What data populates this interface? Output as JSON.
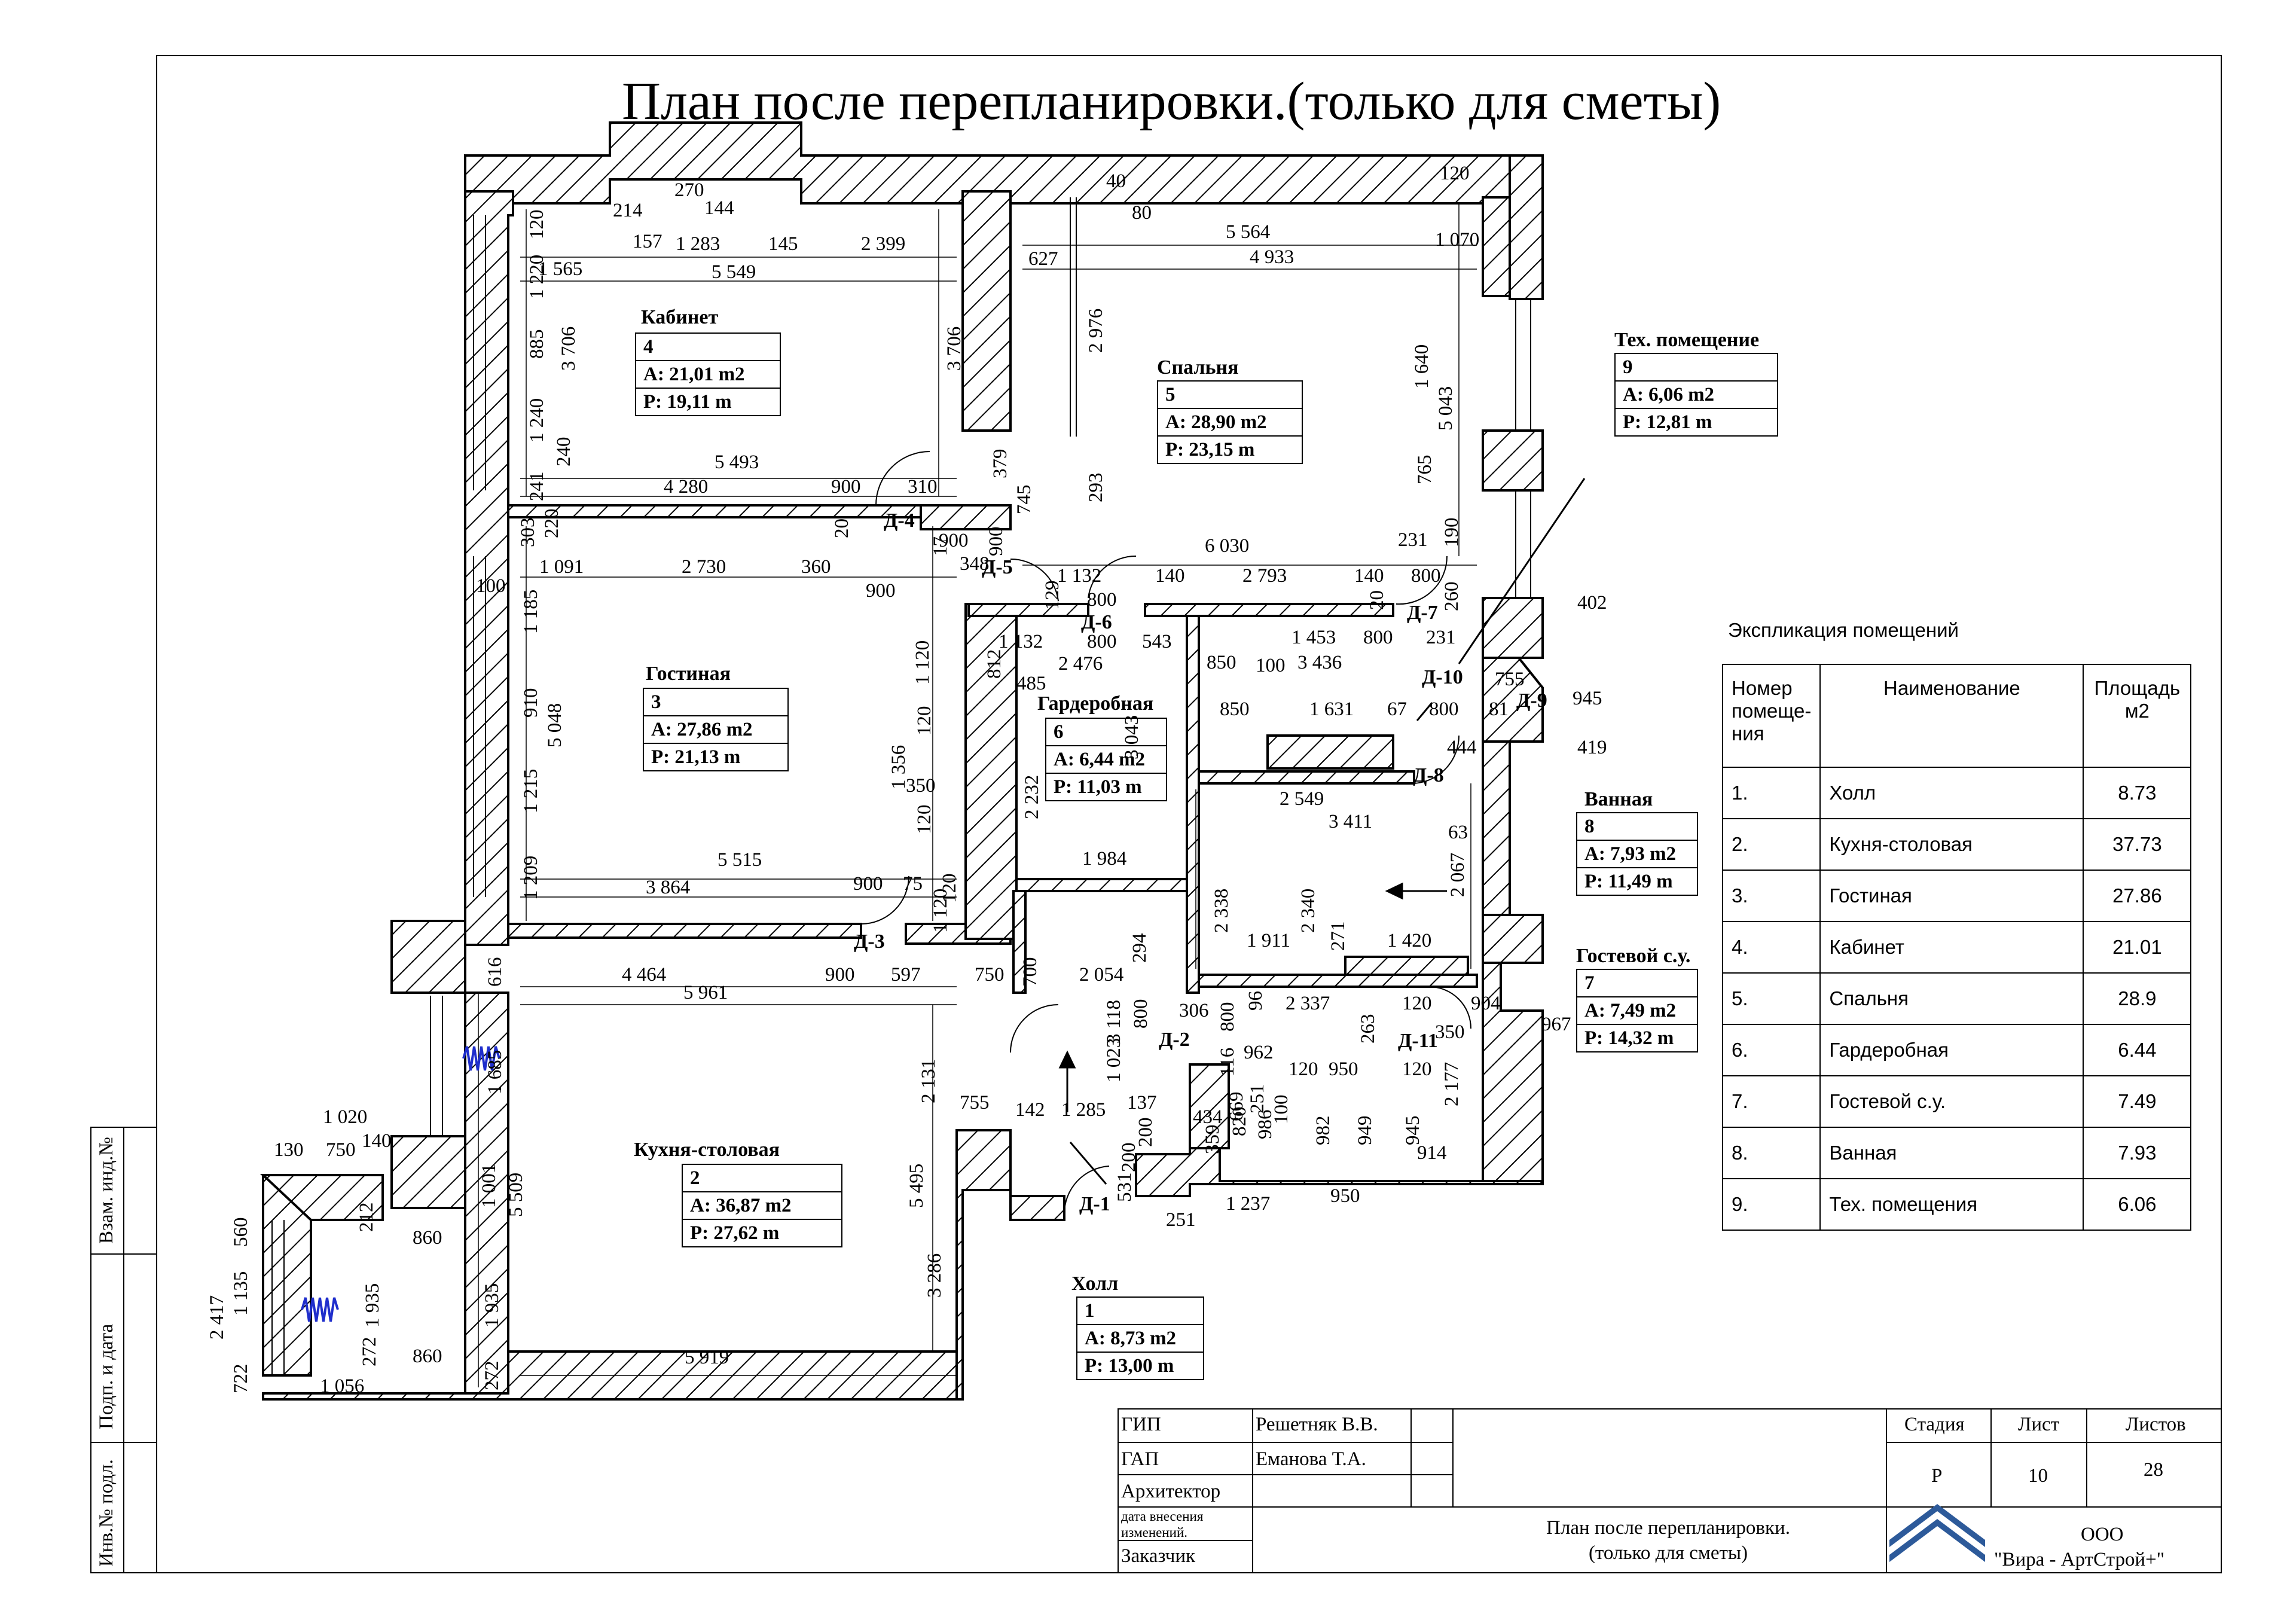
{
  "title": "План после перепланировки.(только для сметы)",
  "rooms": [
    {
      "name": "Кабинет",
      "num": "4",
      "area": "A: 21,01 m2",
      "perim": "P: 19,11 m"
    },
    {
      "name": "Спальня",
      "num": "5",
      "area": "A: 28,90 m2",
      "perim": "P: 23,15 m"
    },
    {
      "name": "Гостиная",
      "num": "3",
      "area": "A: 27,86 m2",
      "perim": "P: 21,13 m"
    },
    {
      "name": "Гардеробная",
      "num": "6",
      "area": "A: 6,44 m2",
      "perim": "P: 11,03 m"
    },
    {
      "name": "Тех. помещение",
      "num": "9",
      "area": "A: 6,06 m2",
      "perim": "P: 12,81 m"
    },
    {
      "name": "Ванная",
      "num": "8",
      "area": "A: 7,93 m2",
      "perim": "P: 11,49 m"
    },
    {
      "name": "Гостевой с.у.",
      "num": "7",
      "area": "A: 7,49 m2",
      "perim": "P: 14,32 m"
    },
    {
      "name": "Кухня-столовая",
      "num": "2",
      "area": "A: 36,87 m2",
      "perim": "P: 27,62 m"
    },
    {
      "name": "Холл",
      "num": "1",
      "area": "A: 8,73 m2",
      "perim": "P: 13,00 m"
    }
  ],
  "doors": [
    "Д-1",
    "Д-2",
    "Д-3",
    "Д-4",
    "Д-5",
    "Д-6",
    "Д-7",
    "Д-8",
    "Д-9",
    "Д-10",
    "Д-11"
  ],
  "dims_h": [
    "157",
    "1 283",
    "145",
    "2 399",
    "1 565",
    "5 549",
    "5 564",
    "627",
    "4 933",
    "5 493",
    "4 280",
    "900",
    "310",
    "1 091",
    "2 730",
    "360",
    "900",
    "6 030",
    "1 132",
    "140",
    "2 793",
    "140",
    "800",
    "231",
    "800",
    "800",
    "543",
    "1 132",
    "2 476",
    "485",
    "1 453",
    "800",
    "231",
    "3 436",
    "850",
    "100",
    "850",
    "1 631",
    "67",
    "800",
    "81",
    "755",
    "2 549",
    "3 411",
    "5 515",
    "3 864",
    "900",
    "75",
    "1 984",
    "4 464",
    "900",
    "597",
    "750",
    "2 054",
    "5 961",
    "1 911",
    "1 420",
    "2 337",
    "120",
    "904",
    "306",
    "962",
    "120",
    "950",
    "120",
    "350",
    "755",
    "142",
    "1 285",
    "137",
    "434",
    "1 237",
    "950",
    "251",
    "1 020",
    "130",
    "750",
    "140",
    "860",
    "860",
    "1 056",
    "5 919",
    "348",
    "214",
    "270",
    "144",
    "40",
    "80",
    "120",
    "1 070",
    "914",
    "63",
    "444",
    "900",
    "402",
    "945",
    "419",
    "967"
  ],
  "dims_v": [
    "120",
    "1 220",
    "885",
    "3 706",
    "1 240",
    "240",
    "241",
    "220",
    "303",
    "100",
    "1 185",
    "910",
    "5 048",
    "1 215",
    "1 209",
    "3 706",
    "2 976",
    "293",
    "745",
    "900",
    "379",
    "1 640",
    "5 043",
    "765",
    "190",
    "260",
    "1 120",
    "812",
    "120",
    "1 356",
    "350",
    "120",
    "2 232",
    "3 043",
    "1 120",
    "17",
    "120",
    "700",
    "2 338",
    "2 340",
    "271",
    "2 067",
    "294",
    "3 118",
    "800",
    "1 023",
    "2 131",
    "5 495",
    "3 286",
    "1 685",
    "1 001",
    "5 509",
    "1 935",
    "1 935",
    "212",
    "272",
    "272",
    "560",
    "1 135",
    "2 417",
    "722",
    "116",
    "800",
    "96",
    "251",
    "820",
    "986",
    "359",
    "669",
    "100",
    "982",
    "949",
    "945",
    "2 177",
    "263",
    "616",
    "129",
    "20",
    "200",
    "531",
    "200",
    "20"
  ],
  "explication": {
    "title": "Экспликация  помещений",
    "headers": [
      "Номер помеще-ния",
      "Наименование",
      "Площадь м2"
    ],
    "rows": [
      [
        "1.",
        "Холл",
        "8.73"
      ],
      [
        "2.",
        "Кухня-столовая",
        "37.73"
      ],
      [
        "3.",
        "Гостиная",
        "27.86"
      ],
      [
        "4.",
        "Кабинет",
        "21.01"
      ],
      [
        "5.",
        "Спальня",
        "28.9"
      ],
      [
        "6.",
        "Гардеробная",
        "6.44"
      ],
      [
        "7.",
        "Гостевой с.у.",
        "7.49"
      ],
      [
        "8.",
        "Ванная",
        "7.93"
      ],
      [
        "9.",
        "Тех. помещения",
        "6.06"
      ]
    ]
  },
  "stamp": {
    "gip": "ГИП",
    "gip_name": "Решетняк В.В.",
    "gap": "ГАП",
    "gap_name": "Еманова Т.А.",
    "architect": "Архитектор",
    "changes": "дата  внесения изменений.",
    "customer": "Заказчик",
    "stage_h": "Стадия",
    "sheet_h": "Лист",
    "sheets_h": "Листов",
    "stage": "Р",
    "sheet": "10",
    "sheets": "28",
    "doc_title": "План после перепланировки. (только для сметы)",
    "company_line1": "ООО",
    "company_line2": "\"Вира - АртСтрой+\""
  },
  "side": {
    "a": "Взам. инд.№",
    "b": "Подп. и дата",
    "c": "Инв.№ подл."
  },
  "colors": {
    "ink": "#000000",
    "radiator": "#1f2ecc",
    "logo": "#2d5a9a"
  }
}
